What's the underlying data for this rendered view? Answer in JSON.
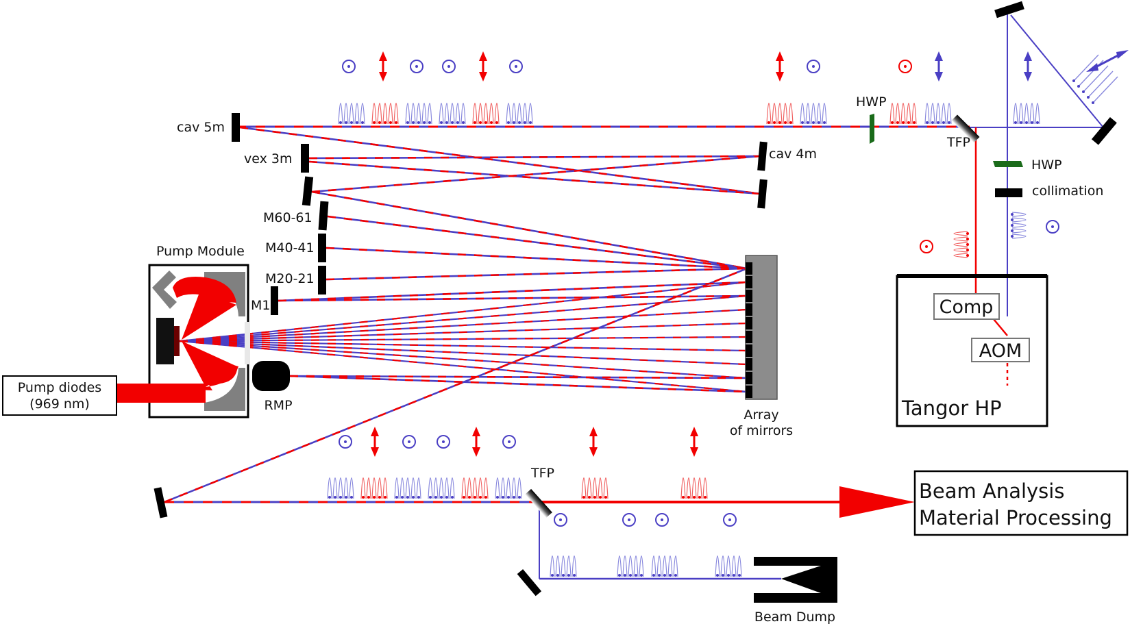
{
  "title": "Regenerative / multipass amplifier optical layout",
  "colors": {
    "red": "#f20000",
    "blue": "#4a3fc4",
    "mirror": "#000000",
    "hwp": "#1a6b1a",
    "gray": "#808080",
    "pulse_red": "#f06060",
    "pulse_blue": "#8888dd"
  },
  "labels": {
    "cav5m": "cav 5m",
    "vex3m": "vex 3m",
    "cav4m": "cav 4m",
    "m60": "M60-61",
    "m40": "M40-41",
    "m20": "M20-21",
    "m1": "M1",
    "pump_module": "Pump Module",
    "pump_diodes_1": "Pump diodes",
    "pump_diodes_2": "(969 nm)",
    "rmp": "RMP",
    "array_1": "Array",
    "array_2": "of mirrors",
    "hwp_top": "HWP",
    "tfp_top": "TFP",
    "hwp_right": "HWP",
    "collimation": "collimation",
    "comp": "Comp",
    "aom": "AOM",
    "tangor": "Tangor HP",
    "tfp_bottom": "TFP",
    "beam_analysis_1": "Beam Analysis",
    "beam_analysis_2": "Material Processing",
    "beam_dump": "Beam Dump"
  },
  "polarization_top": [
    "s-blue",
    "p-red",
    "s-blue",
    "s-blue",
    "p-red",
    "s-blue"
  ],
  "polarization_top_right": [
    "p-red",
    "s-blue"
  ],
  "polarization_after_hwp": [
    "s-red",
    "p-blue"
  ],
  "polarization_bottom": [
    "s-blue",
    "p-red",
    "s-blue",
    "s-blue",
    "p-red",
    "s-blue"
  ],
  "polarization_out": [
    "p-red",
    "p-red"
  ],
  "polarization_dump": [
    "s-blue",
    "s-blue",
    "s-blue",
    "s-blue"
  ],
  "pulse_trains_top": [
    "blue",
    "red",
    "blue",
    "blue",
    "red",
    "blue"
  ],
  "pulse_trains_top_right": [
    "red",
    "blue"
  ],
  "pulse_trains_after_hwp": [
    "red",
    "blue"
  ],
  "pulse_trains_bottom": [
    "blue",
    "red",
    "blue",
    "blue",
    "red",
    "blue"
  ],
  "pulse_trains_out": [
    "red",
    "red"
  ],
  "pulse_trains_dump": [
    "blue",
    "blue",
    "blue",
    "blue"
  ],
  "pulses_per_train": 5,
  "array_mirror_count": 10
}
